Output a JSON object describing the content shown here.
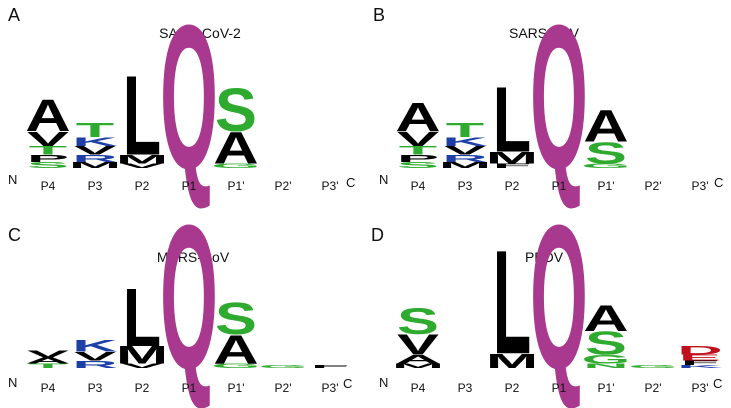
{
  "colors": {
    "Q": "#a8398f",
    "S": "#2eaa2e",
    "T": "#2eaa2e",
    "G": "#2eaa2e",
    "N": "#2eaa2e",
    "A": "#000000",
    "L": "#000000",
    "V": "#000000",
    "M": "#000000",
    "I": "#000000",
    "F": "#000000",
    "P": "#000000",
    "K": "#1f3fa8",
    "R": "#1f3fa8",
    "H": "#1f3fa8",
    "D": "#c0101b",
    "E": "#c0101b"
  },
  "panels": [
    {
      "letter": "A",
      "title": "SARS-CoV-2",
      "n_label": "N",
      "c_label": "C",
      "positions": [
        {
          "label": "P4",
          "stack": [
            {
              "aa": "A",
              "bits": 0.22
            },
            {
              "aa": "V",
              "bits": 0.1
            },
            {
              "aa": "T",
              "bits": 0.06
            },
            {
              "aa": "P",
              "bits": 0.05
            },
            {
              "aa": "S",
              "bits": 0.04
            }
          ]
        },
        {
          "label": "P3",
          "stack": [
            {
              "aa": "T",
              "bits": 0.1
            },
            {
              "aa": "V",
              "bits": 0.06
            },
            {
              "aa": "K",
              "bits": 0.06
            },
            {
              "aa": "R",
              "bits": 0.05
            },
            {
              "aa": "M",
              "bits": 0.04
            }
          ]
        },
        {
          "label": "P2",
          "stack": [
            {
              "aa": "L",
              "bits": 0.55
            },
            {
              "aa": "M",
              "bits": 0.06
            },
            {
              "aa": "V",
              "bits": 0.03
            }
          ]
        },
        {
          "label": "P1",
          "stack": [
            {
              "aa": "Q",
              "bits": 1.0
            }
          ]
        },
        {
          "label": "P1'",
          "stack": [
            {
              "aa": "S",
              "bits": 0.3
            },
            {
              "aa": "A",
              "bits": 0.22
            },
            {
              "aa": "G",
              "bits": 0.03
            }
          ]
        },
        {
          "label": "P2'",
          "stack": []
        },
        {
          "label": "P3'",
          "stack": []
        }
      ]
    },
    {
      "letter": "B",
      "title": "SARS-CoV",
      "n_label": "N",
      "c_label": "C",
      "positions": [
        {
          "label": "P4",
          "stack": [
            {
              "aa": "A",
              "bits": 0.2
            },
            {
              "aa": "V",
              "bits": 0.1
            },
            {
              "aa": "T",
              "bits": 0.06
            },
            {
              "aa": "P",
              "bits": 0.05
            },
            {
              "aa": "S",
              "bits": 0.04
            }
          ]
        },
        {
          "label": "P3",
          "stack": [
            {
              "aa": "T",
              "bits": 0.1
            },
            {
              "aa": "V",
              "bits": 0.06
            },
            {
              "aa": "K",
              "bits": 0.06
            },
            {
              "aa": "R",
              "bits": 0.05
            },
            {
              "aa": "M",
              "bits": 0.04
            }
          ]
        },
        {
          "label": "P2",
          "stack": [
            {
              "aa": "L",
              "bits": 0.45
            },
            {
              "aa": "M",
              "bits": 0.08
            },
            {
              "aa": "F",
              "bits": 0.03
            }
          ]
        },
        {
          "label": "P1",
          "stack": [
            {
              "aa": "Q",
              "bits": 1.0
            }
          ]
        },
        {
          "label": "P1'",
          "stack": [
            {
              "aa": "A",
              "bits": 0.22
            },
            {
              "aa": "S",
              "bits": 0.15
            },
            {
              "aa": "G",
              "bits": 0.03
            }
          ]
        },
        {
          "label": "P2'",
          "stack": []
        },
        {
          "label": "P3'",
          "stack": []
        }
      ]
    },
    {
      "letter": "C",
      "title": "MERS-CoV",
      "n_label": "N",
      "c_label": "C",
      "positions": [
        {
          "label": "P4",
          "stack": [
            {
              "aa": "V",
              "bits": 0.05
            },
            {
              "aa": "A",
              "bits": 0.04
            },
            {
              "aa": "T",
              "bits": 0.03
            }
          ]
        },
        {
          "label": "P3",
          "stack": [
            {
              "aa": "K",
              "bits": 0.08
            },
            {
              "aa": "V",
              "bits": 0.06
            },
            {
              "aa": "R",
              "bits": 0.05
            }
          ]
        },
        {
          "label": "P2",
          "stack": [
            {
              "aa": "L",
              "bits": 0.4
            },
            {
              "aa": "M",
              "bits": 0.12
            },
            {
              "aa": "V",
              "bits": 0.03
            }
          ]
        },
        {
          "label": "P1",
          "stack": [
            {
              "aa": "Q",
              "bits": 1.0
            }
          ]
        },
        {
          "label": "P1'",
          "stack": [
            {
              "aa": "S",
              "bits": 0.22
            },
            {
              "aa": "A",
              "bits": 0.2
            },
            {
              "aa": "G",
              "bits": 0.03
            }
          ]
        },
        {
          "label": "P2'",
          "stack": [
            {
              "aa": "G",
              "bits": 0.02
            }
          ]
        },
        {
          "label": "P3'",
          "stack": [
            {
              "aa": "F",
              "bits": 0.02
            }
          ]
        }
      ]
    },
    {
      "letter": "D",
      "title": "PEDV",
      "n_label": "N",
      "c_label": "C",
      "positions": [
        {
          "label": "P4",
          "stack": [
            {
              "aa": "S",
              "bits": 0.18
            },
            {
              "aa": "V",
              "bits": 0.14
            },
            {
              "aa": "A",
              "bits": 0.06
            },
            {
              "aa": "M",
              "bits": 0.03
            }
          ]
        },
        {
          "label": "P3",
          "stack": []
        },
        {
          "label": "P2",
          "stack": [
            {
              "aa": "L",
              "bits": 0.72
            },
            {
              "aa": "M",
              "bits": 0.1
            }
          ]
        },
        {
          "label": "P1",
          "stack": [
            {
              "aa": "Q",
              "bits": 1.0
            }
          ]
        },
        {
          "label": "P1'",
          "stack": [
            {
              "aa": "A",
              "bits": 0.18
            },
            {
              "aa": "S",
              "bits": 0.16
            },
            {
              "aa": "G",
              "bits": 0.06
            },
            {
              "aa": "N",
              "bits": 0.03
            }
          ]
        },
        {
          "label": "P2'",
          "stack": [
            {
              "aa": "G",
              "bits": 0.02
            }
          ]
        },
        {
          "label": "P3'",
          "stack": [
            {
              "aa": "D",
              "bits": 0.06
            },
            {
              "aa": "E",
              "bits": 0.04
            },
            {
              "aa": "F",
              "bits": 0.03
            },
            {
              "aa": "K",
              "bits": 0.02
            }
          ]
        }
      ]
    }
  ]
}
